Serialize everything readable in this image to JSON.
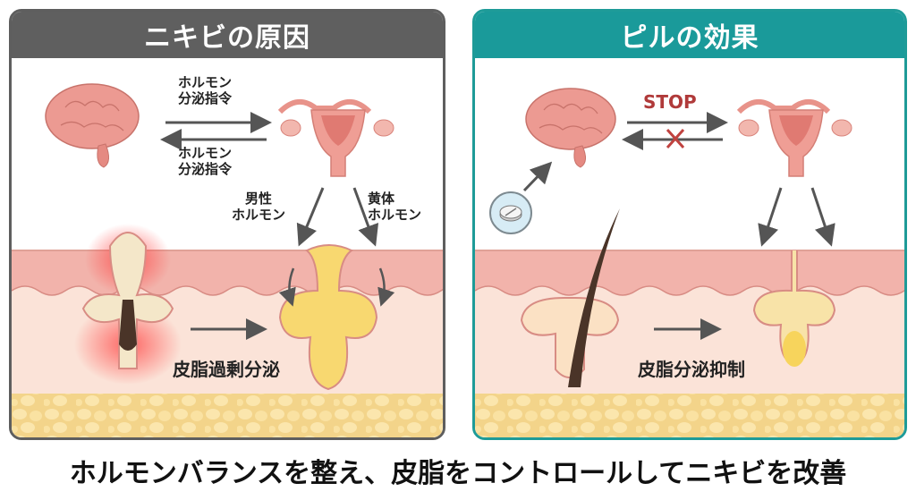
{
  "panels": {
    "left": {
      "title": "ニキビの原因",
      "header_color": "#5f5f5f",
      "arrow_top_label": "ホルモン\n分泌指令",
      "arrow_bottom_label": "ホルモン\n分泌指令",
      "left_down_label": "男性\nホルモン",
      "right_down_label": "黄体\nホルモン",
      "skin_label": "皮脂過剰分泌"
    },
    "right": {
      "title": "ピルの効果",
      "header_color": "#1a9a9a",
      "stop_label": "STOP",
      "skin_label": "皮脂分泌抑制",
      "pill_icon": "pill-icon"
    }
  },
  "caption": "ホルモンバランスを整え、皮脂をコントロールしてニキビを改善",
  "colors": {
    "skin_top": "#f2b3ab",
    "dermis": "#fbe3d8",
    "fat": "#f5d98e",
    "sebum": "#f7d76a",
    "stop_red": "#b03a3a",
    "arrow_gray": "#555555"
  }
}
